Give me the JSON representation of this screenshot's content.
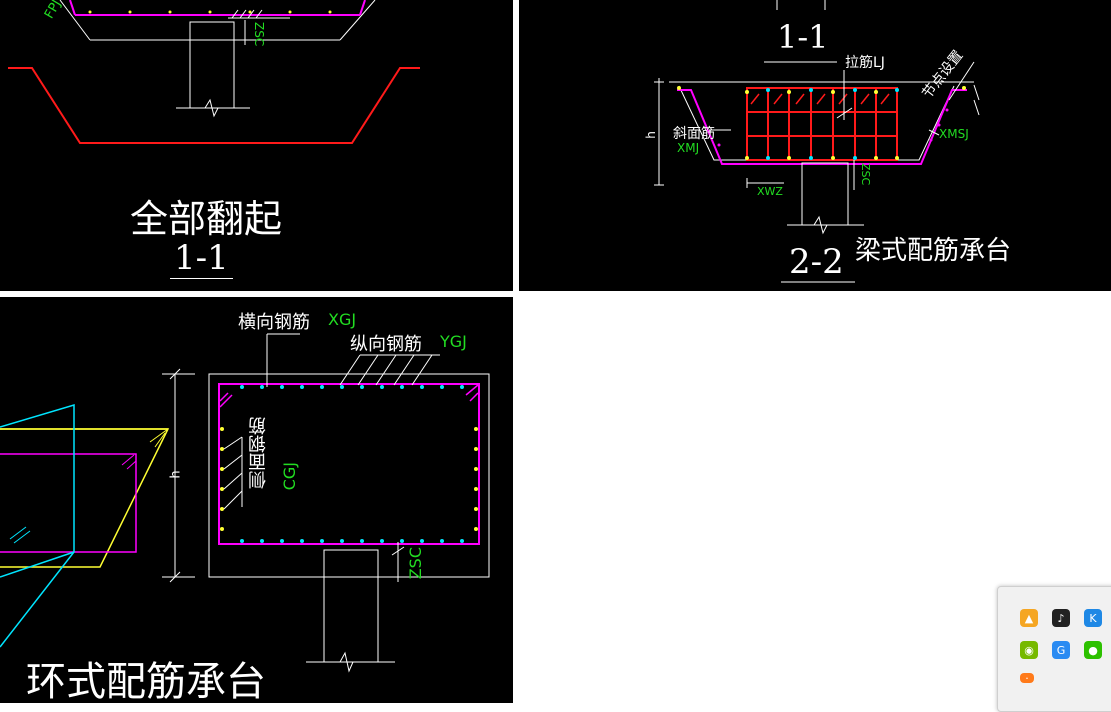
{
  "panel_top_left": {
    "label_fpj": "FPJ",
    "label_zsc": "ZSC",
    "title": "全部翻起",
    "section": "1-1"
  },
  "panel_top_right": {
    "section_top": "1-1",
    "label_lj": "拉筋LJ",
    "label_node": "节点设置",
    "label_h": "h",
    "label_side": "斜面筋",
    "label_xmj": "XMJ",
    "label_xmsj": "XMSJ",
    "label_xwz": "XWZ",
    "label_zsc": "ZSC",
    "section": "2-2",
    "title": "梁式配筋承台"
  },
  "panel_bottom_left": {
    "label_xgj_cn": "横向钢筋",
    "label_xgj": "XGJ",
    "label_ygj_cn": "纵向钢筋",
    "label_ygj": "YGJ",
    "label_h": "h",
    "label_cgj_cn": "侧面钢筋",
    "label_cgj": "CGJ",
    "label_zsc": "ZSC",
    "title": "环式配筋承台"
  },
  "colors": {
    "background": "#000000",
    "red": "#ff1a1a",
    "magenta": "#ff00ff",
    "cyan": "#00e5ff",
    "yellow": "#ffff33",
    "green": "#22dd22",
    "white": "#ffffff"
  },
  "tray": {
    "icons": [
      "shield-app-icon",
      "music-app-icon",
      "k-app-icon",
      "nvidia-icon",
      "refresh-app-icon",
      "wechat-icon",
      "extra-app-icon"
    ]
  }
}
